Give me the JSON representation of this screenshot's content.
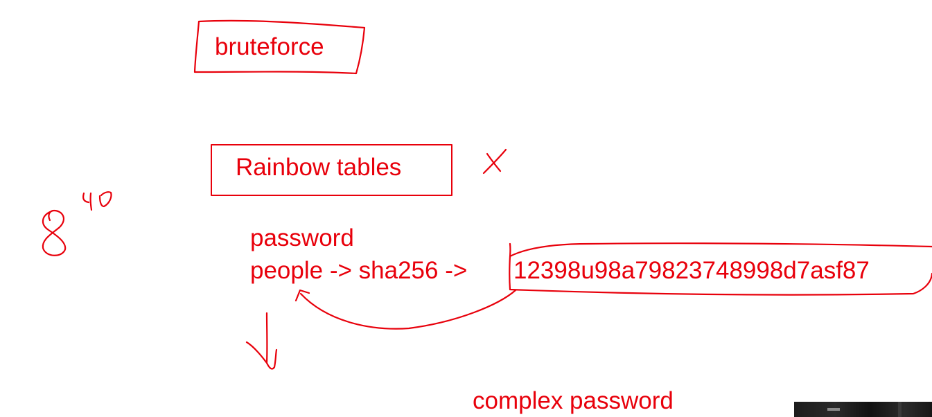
{
  "notes": {
    "bruteforce": "bruteforce",
    "rainbow_tables": "Rainbow tables",
    "password": "password",
    "people_chain": "people -> sha256 -> ",
    "hash_value": "12398u98a79823748998d7asf87",
    "complex_password": "complex password"
  },
  "handwriting": {
    "base": "8",
    "exponent": "40",
    "cross_mark": "X"
  },
  "colors": {
    "ink": "#e8000b",
    "background": "#ffffff"
  }
}
